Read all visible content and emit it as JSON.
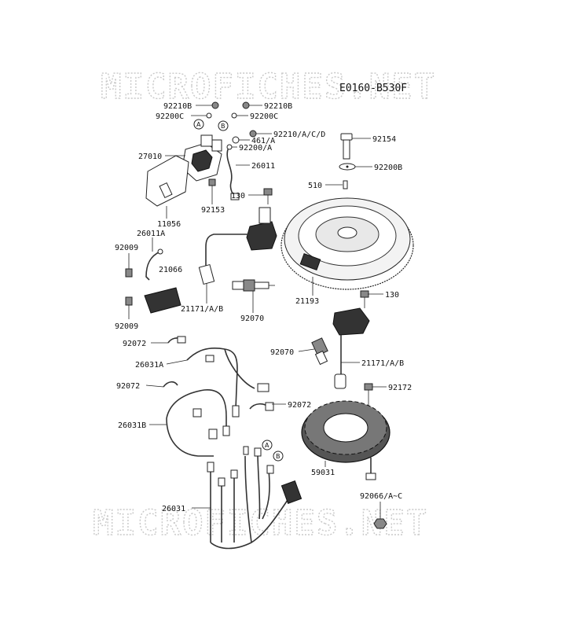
{
  "diagram_code": "E0160-B530F",
  "watermark_top": "MICROFICHES.NET",
  "watermark_bottom": "MICROFICHES.NET",
  "ref_circle_a": "A",
  "ref_circle_b": "B",
  "labels": {
    "p92210B_left": "92210B",
    "p92210B_right": "92210B",
    "p92200C_left": "92200C",
    "p92200C_right": "92200C",
    "p92210ACD": "92210/A/C/D",
    "p461A": "461/A",
    "p92200A": "92200/A",
    "p27010": "27010",
    "p26011": "26011",
    "p11056": "11056",
    "p92153": "92153",
    "p130_top": "130",
    "p92154": "92154",
    "p92200B": "92200B",
    "p510": "510",
    "p26011A": "26011A",
    "p92009_top": "92009",
    "p21066": "21066",
    "p92009_bottom": "92009",
    "p21171AB_left": "21171/A/B",
    "p92070_left": "92070",
    "p21193": "21193",
    "p130_right": "130",
    "p92072_a": "92072",
    "p26031A": "26031A",
    "p92070_right": "92070",
    "p21171AB_right": "21171/A/B",
    "p92072_b": "92072",
    "p92172": "92172",
    "p92072_c": "92072",
    "p26031B": "26031B",
    "p59031": "59031",
    "p26031": "26031",
    "p92066AC": "92066/A~C"
  }
}
